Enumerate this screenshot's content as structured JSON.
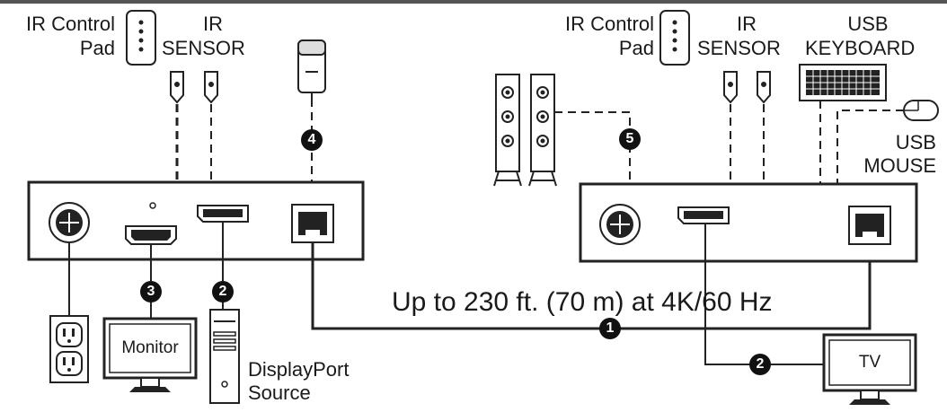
{
  "labels": {
    "ir_control_pad": "IR Control",
    "pad": "Pad",
    "ir": "IR",
    "sensor": "SENSOR",
    "usb": "USB",
    "keyboard": "KEYBOARD",
    "mouse": "MOUSE",
    "monitor": "Monitor",
    "displayport": "DisplayPort",
    "source": "Source",
    "tv": "TV",
    "distance": "Up to 230 ft. (70 m) at 4K/60 Hz"
  },
  "callouts": {
    "one": "1",
    "two": "2",
    "three": "3",
    "four": "4",
    "five": "5"
  }
}
